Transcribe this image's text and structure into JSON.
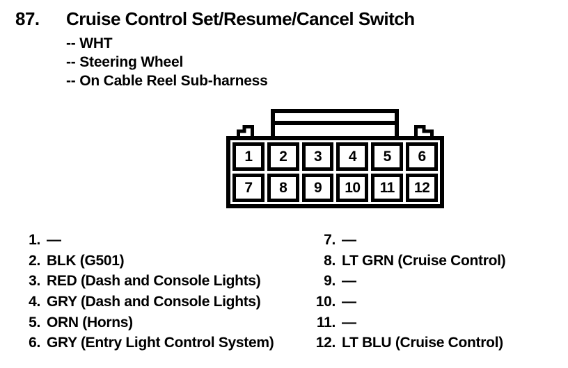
{
  "header": {
    "number": "87.",
    "title": "Cruise Control Set/Resume/Cancel Switch"
  },
  "details": {
    "line1": "-- WHT",
    "line2": "-- Steering Wheel",
    "line3": "-- On Cable Reel Sub-harness"
  },
  "connector": {
    "cells": [
      "1",
      "2",
      "3",
      "4",
      "5",
      "6",
      "7",
      "8",
      "9",
      "10",
      "11",
      "12"
    ]
  },
  "pins_left": [
    {
      "num": "1.",
      "label": "—"
    },
    {
      "num": "2.",
      "label": "BLK (G501)"
    },
    {
      "num": "3.",
      "label": "RED (Dash and Console Lights)"
    },
    {
      "num": "4.",
      "label": "GRY (Dash and Console Lights)"
    },
    {
      "num": "5.",
      "label": "ORN (Horns)"
    },
    {
      "num": "6.",
      "label": "GRY (Entry Light Control System)"
    }
  ],
  "pins_right": [
    {
      "num": "7.",
      "label": "—"
    },
    {
      "num": "8.",
      "label": "LT GRN (Cruise Control)"
    },
    {
      "num": "9.",
      "label": "—"
    },
    {
      "num": "10.",
      "label": "—"
    },
    {
      "num": "11.",
      "label": "—"
    },
    {
      "num": "12.",
      "label": "LT BLU (Cruise Control)"
    }
  ],
  "colors": {
    "ink": "#000000",
    "paper": "#ffffff"
  }
}
